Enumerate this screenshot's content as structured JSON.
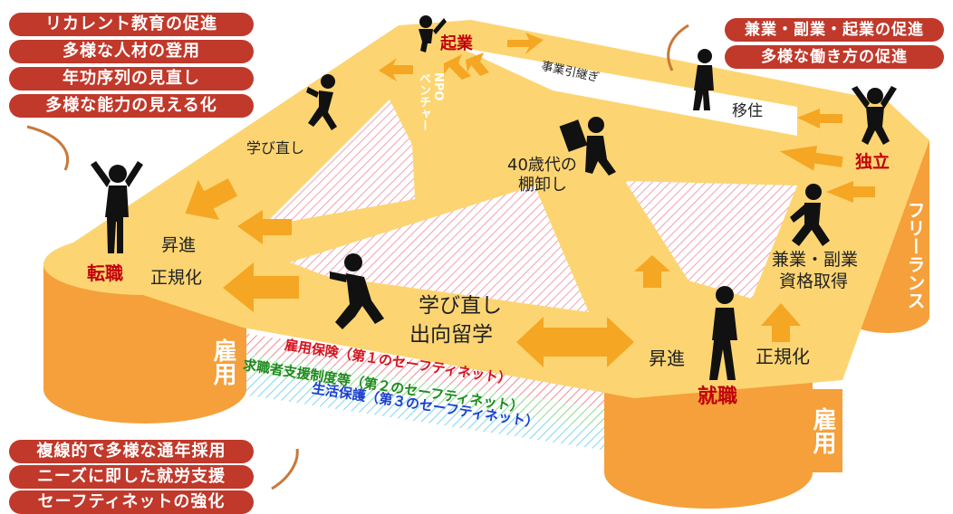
{
  "left_top_pills": [
    "リカレント教育の促進",
    "多様な人材の登用",
    "年功序列の見直し",
    "多様な能力の見える化"
  ],
  "right_top_pills": [
    "兼業・副業・起業の促進",
    "多様な働き方の促進"
  ],
  "bottom_left_pills": [
    "複線的で多様な通年採用",
    "ニーズに即した就労支援",
    "セーフティネットの強化"
  ],
  "nodes": {
    "kigyou": "起業",
    "tenshoku": "転職",
    "shushoku": "就職",
    "dokuritsu": "独立"
  },
  "labels": {
    "manabinaoshi_top": "学び直し",
    "jigyou_hikitsugi": "事業引継ぎ",
    "ijuu": "移住",
    "tanaoroshi_1": "40歳代の",
    "tanaoroshi_2": "棚卸し",
    "shoushin_left": "昇進",
    "seikika_left": "正規化",
    "center_1": "学び直し",
    "center_2": "出向留学",
    "shoushin_bottom": "昇進",
    "seikika_bottom": "正規化",
    "kengyou_1": "兼業・副業",
    "kengyou_2": "資格取得",
    "npo": "NPO",
    "venture": "ベンチャー",
    "koyou_left": "雇用",
    "koyou_right": "雇用",
    "freelance": "フリーランス"
  },
  "safety_nets": [
    {
      "text": "雇用保険（第１のセーフティネット）",
      "color": "#d4141e"
    },
    {
      "text": "求職者支援制度等（第２のセーフティネット）",
      "color": "#1f8a1f"
    },
    {
      "text": "生活保護（第３のセーフティネット）",
      "color": "#1d3fcf"
    }
  ],
  "colors": {
    "pill": "#c0392b",
    "platform_top": "#fcd572",
    "platform_side": "#f5a03a",
    "arrow": "#f5a623",
    "node_text": "#c0000a"
  }
}
